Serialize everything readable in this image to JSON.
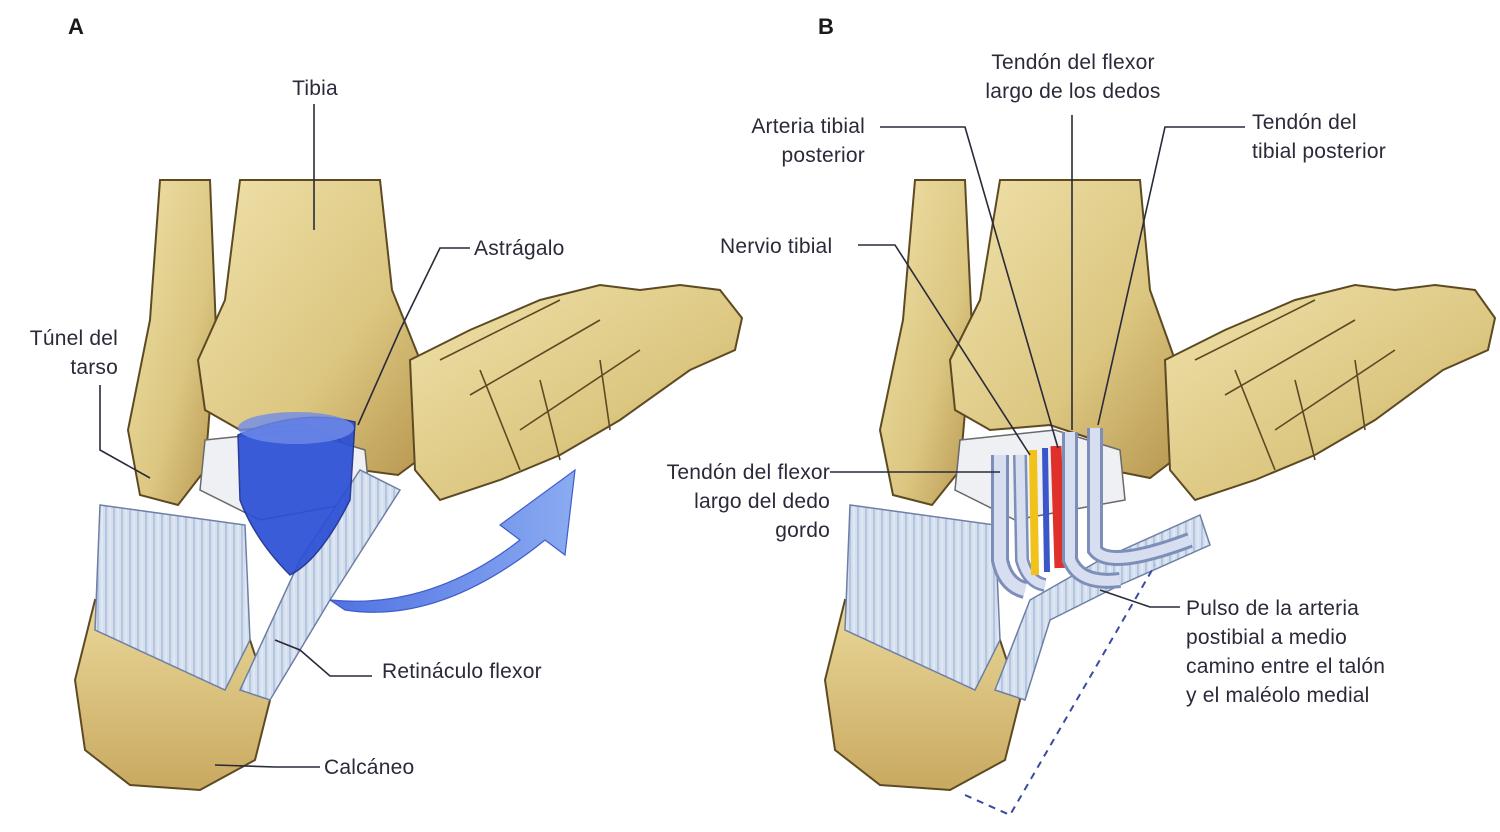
{
  "panels": {
    "a": "A",
    "b": "B"
  },
  "labels_a": {
    "tibia": "Tibia",
    "astragalo": "Astrágalo",
    "tunel": "Túnel del\ntarso",
    "retinaculo": "Retináculo flexor",
    "calcaneo": "Calcáneo"
  },
  "labels_b": {
    "flexor_largo_dedos": "Tendón del flexor\nlargo de los dedos",
    "arteria_tibial": "Arteria tibial\nposterior",
    "tibial_posterior": "Tendón del\ntibial posterior",
    "nervio_tibial": "Nervio tibial",
    "flexor_dedo_gordo": "Tendón del flexor\nlargo del dedo\ngordo",
    "pulso": "Pulso de la arteria\npostibial a medio\ncamino entre el talón\ny el maléolo medial"
  },
  "colors": {
    "bone": "#e2cf8e",
    "bone_shadow": "#b89a55",
    "retinaculum": "#c9d6ea",
    "tunnel": "#2f55d8",
    "arrow": "#4f7ee8",
    "artery": "#e0302a",
    "nerve": "#f0c21a",
    "vein": "#3a56c8",
    "tendon": "#c7d2e6"
  }
}
